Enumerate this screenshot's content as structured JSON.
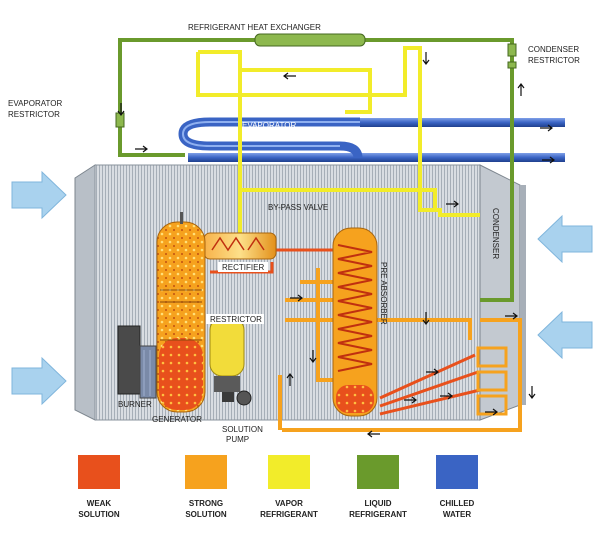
{
  "labels": {
    "refrigerant_heat_exchanger": "REFRIGERANT HEAT EXCHANGER",
    "condenser_restrictor_1": "CONDENSER",
    "condenser_restrictor_2": "RESTRICTOR",
    "evaporator_restrictor_1": "EVAPORATOR",
    "evaporator_restrictor_2": "RESTRICTOR",
    "evaporator": "EVAPORATOR",
    "bypass_valve": "BY-PASS VALVE",
    "condenser": "CONDENSER",
    "rectifier": "RECTIFIER",
    "pre_absorber": "PRE ABSORBER",
    "restrictor": "RESTRICTOR",
    "burner": "BURNER",
    "generator": "GENERATOR",
    "solution_pump_1": "SOLUTION",
    "solution_pump_2": "PUMP"
  },
  "legend": [
    {
      "line1": "WEAK",
      "line2": "SOLUTION",
      "color": "#e8501c"
    },
    {
      "line1": "STRONG",
      "line2": "SOLUTION",
      "color": "#f6a21e"
    },
    {
      "line1": "VAPOR",
      "line2": "REFRIGERANT",
      "color": "#f2ec2a"
    },
    {
      "line1": "LIQUID",
      "line2": "REFRIGERANT",
      "color": "#6a9a2c"
    },
    {
      "line1": "CHILLED",
      "line2": "WATER",
      "color": "#3a64c4"
    }
  ],
  "colors": {
    "weak_solution": "#e8501c",
    "strong_solution": "#f6a21e",
    "vapor_refrigerant": "#f2ec2a",
    "liquid_refrigerant": "#6a9a2c",
    "chilled_water": "#3a64c4",
    "coil": "#c9cfd6",
    "airflow": "#a9d2ee"
  }
}
